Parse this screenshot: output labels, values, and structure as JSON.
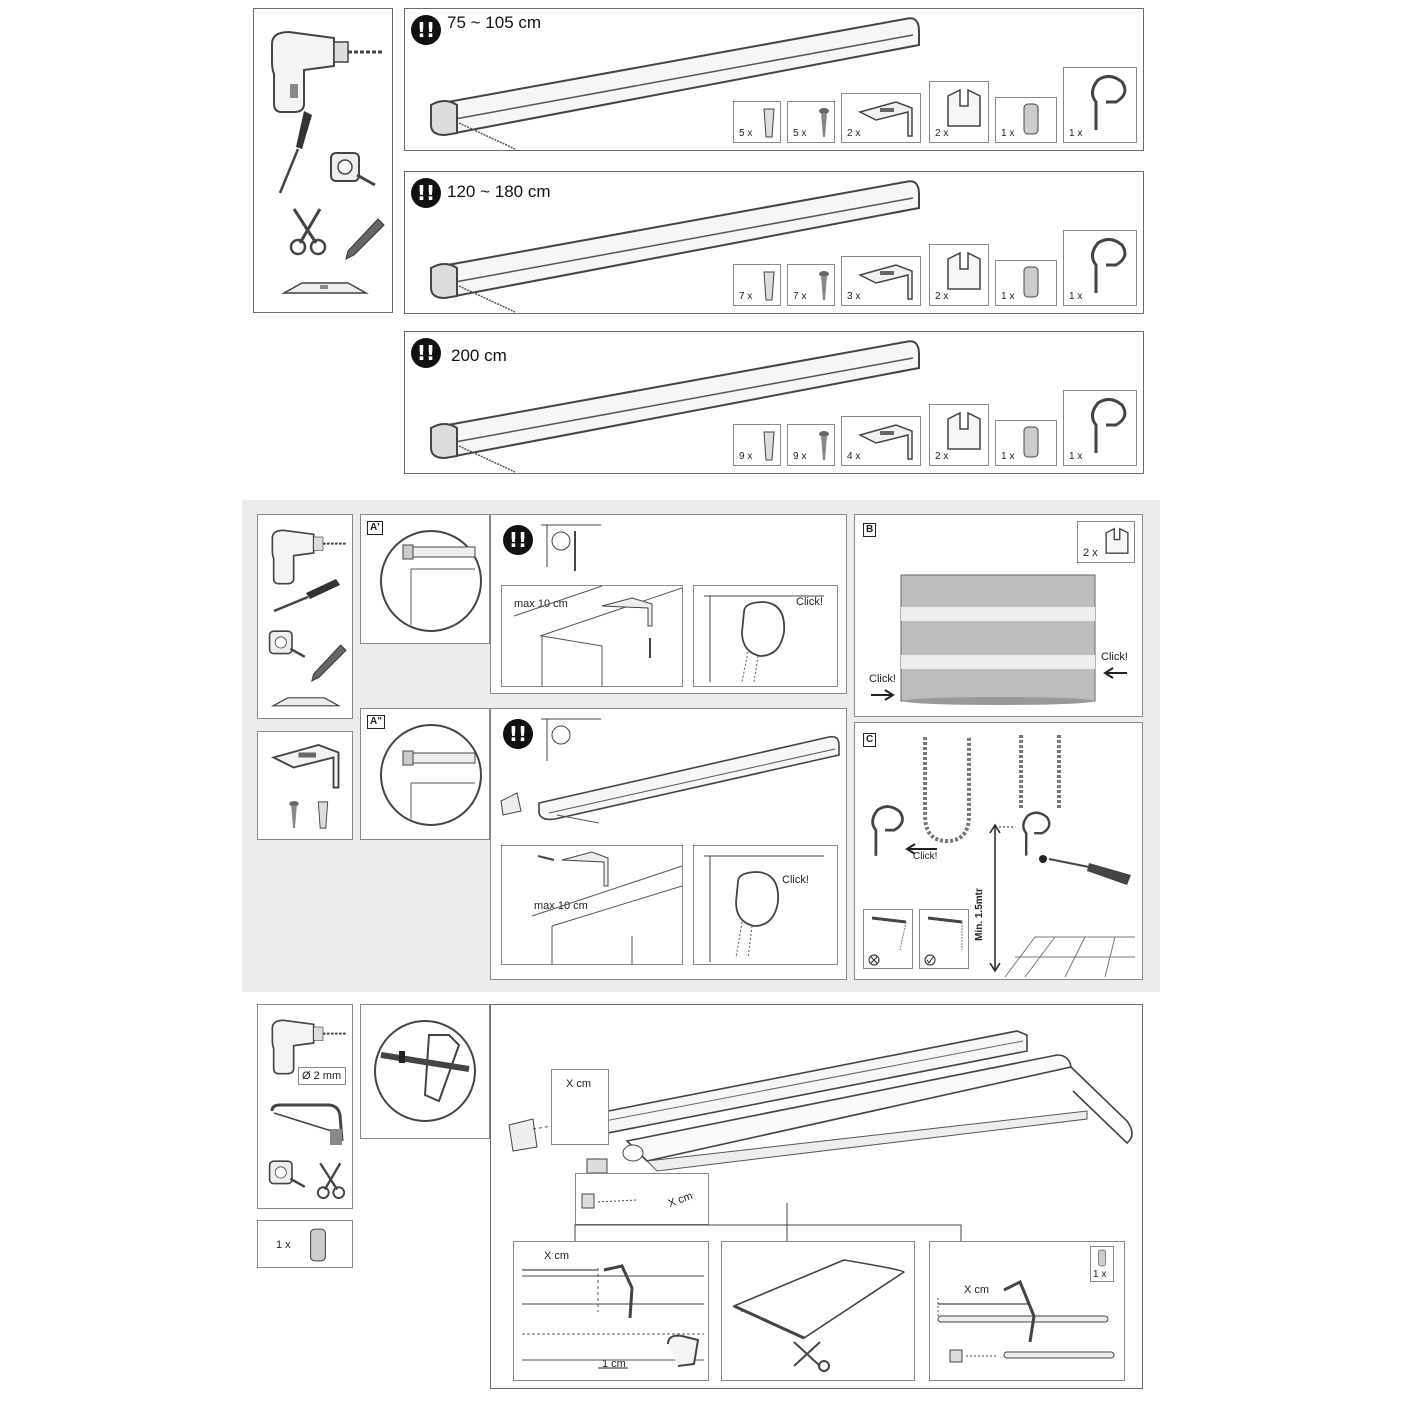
{
  "sections": {
    "size_1": {
      "label": "75 ~ 105 cm",
      "parts": [
        "5 x",
        "5 x",
        "2 x",
        "2 x",
        "1 x",
        "1 x"
      ]
    },
    "size_2": {
      "label": "120 ~ 180 cm",
      "parts": [
        "7 x",
        "7 x",
        "3 x",
        "2 x",
        "1 x",
        "1 x"
      ]
    },
    "size_3": {
      "label": "200 cm",
      "parts": [
        "9 x",
        "9 x",
        "4 x",
        "2 x",
        "1 x",
        "1 x"
      ]
    }
  },
  "mounting": {
    "step_a1": "A'",
    "step_a2": "A\"",
    "step_b": "B",
    "step_c": "C",
    "max_label": "max 10 cm",
    "click": "Click!",
    "b_qty": "2 x",
    "min_height": "Min. 1.5mtr"
  },
  "cutting": {
    "drill_size": "Ø 2 mm",
    "end_cap_qty": "1 x",
    "x_cm": "X cm",
    "one_cm": "1 cm",
    "small_qty": "1 x"
  },
  "icons": [
    "drill-icon",
    "screwdriver-icon",
    "tape-measure-icon",
    "scissors-icon",
    "pencil-icon",
    "spirit-level-icon",
    "hacksaw-icon",
    "bracket-icon",
    "screw-icon",
    "wall-plug-icon",
    "chain-clip-icon",
    "end-cap-icon",
    "roller-blind-icon"
  ]
}
